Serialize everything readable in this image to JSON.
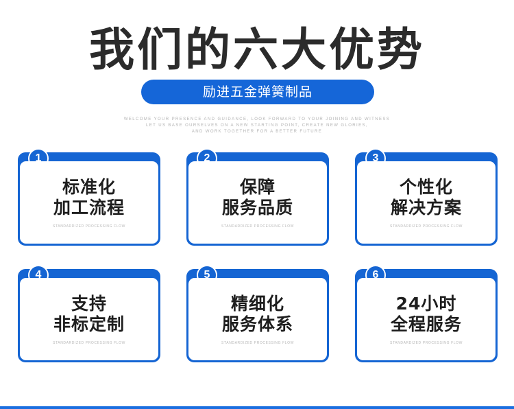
{
  "title": "我们的六大优势",
  "subtitle": "励进五金弹簧制品",
  "tagline": [
    "WELCOME YOUR PRESENCE AND GUIDANCE, LOOK FORWARD TO YOUR JOINING AND WITNESS",
    "LET US BASE OURSELVES ON A NEW STARTING POINT, CREATE NEW GLORIES,",
    "AND WORK TOGETHER FOR A BETTER FUTURE"
  ],
  "cards": [
    {
      "num": "1",
      "line1": "标准化",
      "line2": "加工流程",
      "sub": "STANDARDIZED PROCESSING FLOW"
    },
    {
      "num": "2",
      "line1": "保障",
      "line2": "服务品质",
      "sub": "STANDARDIZED PROCESSING FLOW"
    },
    {
      "num": "3",
      "line1": "个性化",
      "line2": "解决方案",
      "sub": "STANDARDIZED PROCESSING FLOW"
    },
    {
      "num": "4",
      "line1": "支持",
      "line2": "非标定制",
      "sub": "STANDARDIZED PROCESSING FLOW"
    },
    {
      "num": "5",
      "line1": "精细化",
      "line2": "服务体系",
      "sub": "STANDARDIZED PROCESSING FLOW"
    },
    {
      "num": "6",
      "line1": "24小时",
      "line2": "全程服务",
      "sub": "STANDARDIZED PROCESSING FLOW"
    }
  ],
  "colors": {
    "accent": "#1565d3",
    "title": "#2b2b2b"
  }
}
